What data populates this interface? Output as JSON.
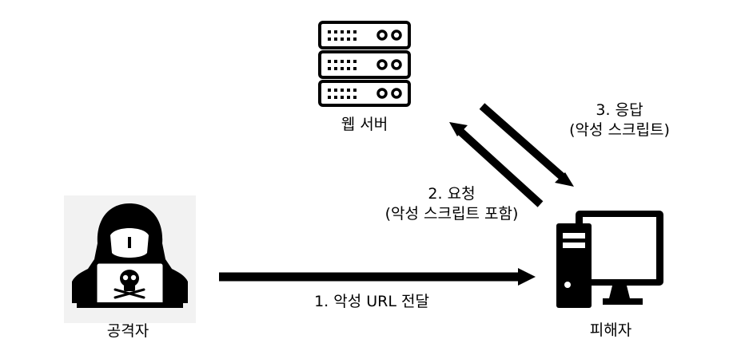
{
  "nodes": {
    "server": {
      "label": "웹 서버",
      "icon": "server-rack-icon"
    },
    "attacker": {
      "label": "공격자",
      "icon": "hacker-hood-laptop-icon"
    },
    "victim": {
      "label": "피해자",
      "icon": "desktop-computer-icon"
    }
  },
  "edges": {
    "step1": {
      "line1": "1. 악성 URL 전달"
    },
    "step2": {
      "line1": "2. 요청",
      "line2": "(악성 스크립트 포함)"
    },
    "step3": {
      "line1": "3. 응답",
      "line2": "(악성 스크립트)"
    }
  },
  "colors": {
    "ink": "#000000",
    "background": "#ffffff",
    "attacker_bg": "#f2f2f2"
  }
}
